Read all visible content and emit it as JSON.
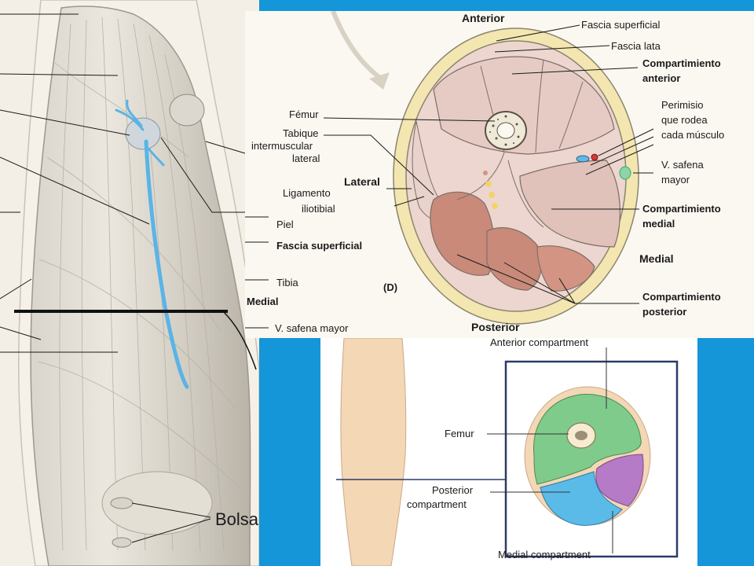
{
  "colors": {
    "slide_background": "#1496d8",
    "vein": "#5ab4e6",
    "fascia_yellow": "#f3e6b0",
    "muscle_pink": "#e8cfc8",
    "posterior_muscle": "#c98a7a",
    "anterior_compartment_green": "#7fcb8c",
    "posterior_compartment_blue": "#5bbbe8",
    "medial_compartment_purple": "#b57bc6",
    "skin_beige": "#f4d7b4"
  },
  "thigh_panel": {
    "bursa_label": "Bolsa"
  },
  "cross_section": {
    "orientation": {
      "anterior": "Anterior",
      "posterior": "Posterior",
      "lateral": "Lateral",
      "medial": "Medial"
    },
    "figure_letter": "(D)",
    "labels": {
      "fascia_superficial": "Fascia superficial",
      "fascia_lata": "Fascia lata",
      "anterior_compartment": [
        "Compartimiento",
        "anterior"
      ],
      "femur": "Fémur",
      "intermuscular_septum": [
        "Tabique",
        "intermuscular",
        "lateral"
      ],
      "perimysium": [
        "Perimisio",
        "que rodea",
        "cada músculo"
      ],
      "great_saphenous_vein": [
        "V. safena",
        "mayor"
      ],
      "iliotibial_ligament": [
        "Ligamento",
        "iliotibial"
      ],
      "medial_compartment": [
        "Compartimiento",
        "medial"
      ],
      "posterior_compartment": [
        "Compartimiento",
        "posterior"
      ]
    },
    "legend": {
      "skin": "Piel",
      "superficial_fascia": "Fascia superficial",
      "tibia": "Tibia",
      "medial": "Medial",
      "saphenous_vein": "V. safena mayor"
    }
  },
  "simple_diagram": {
    "labels": {
      "anterior": "Anterior compartment",
      "femur": "Femur",
      "posterior": [
        "Posterior",
        "compartment"
      ],
      "medial": "Medial compartment"
    }
  }
}
